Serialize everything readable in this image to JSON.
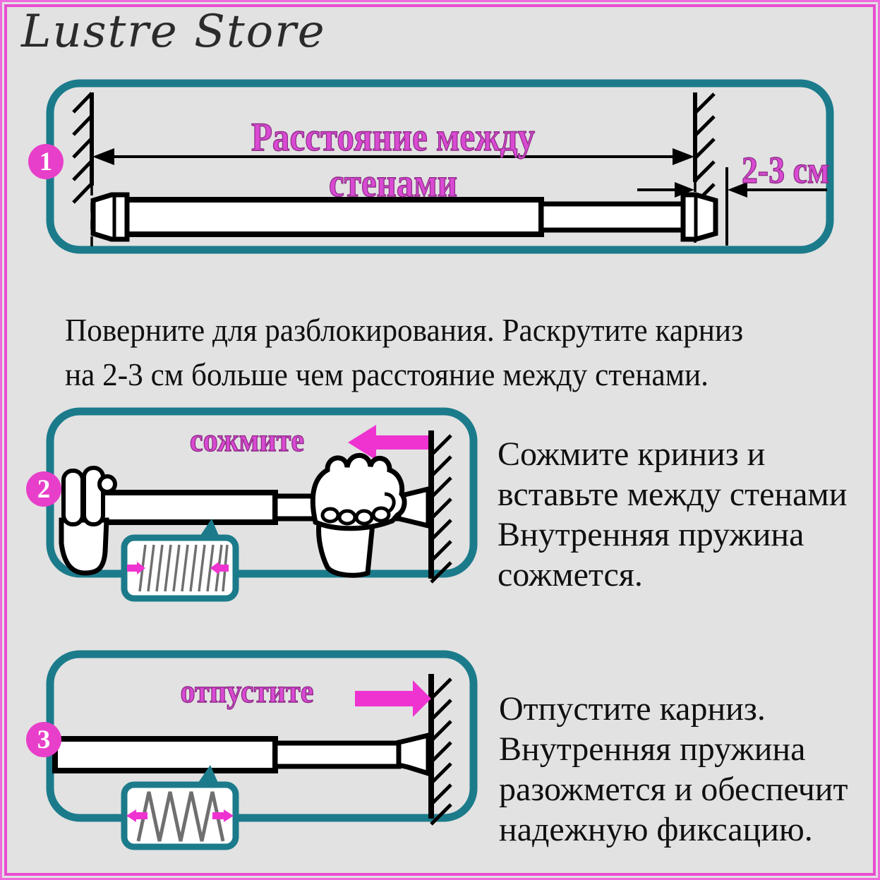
{
  "page": {
    "logo_text": "Lustre Store",
    "background": "#e2e2e2"
  },
  "colors": {
    "teal": "#1b7b8b",
    "magenta": "#ee33d0",
    "badge": "#e73fc9",
    "label": "#d94ad2",
    "label_outline": "#8e2b88",
    "frame_outer": "#f06ade",
    "frame_inner": "#eb4bd3",
    "background": "#e2e2e2",
    "text": "#101010",
    "spring": "#6f6f6f"
  },
  "icons": {
    "wall": "hatched-wall-icon",
    "distance_dimension": "double-headed-arrow-icon",
    "compress_arrow": "arrow-left-icon",
    "release_arrow": "arrow-right-icon",
    "spring_compressed": "compressed-spring-icon",
    "spring_expanded": "expanded-spring-icon",
    "hands": "gripping-hands-icon"
  },
  "steps": [
    {
      "number": "1",
      "labels": {
        "distance": "Расстояние между стенами",
        "gap": "2-3 см"
      },
      "caption_lines": [
        "Поверните для разблокирования. Раскрутите карниз",
        "на 2-3 см больше чем расстояние между стенами."
      ]
    },
    {
      "number": "2",
      "labels": {
        "action": "сожмите"
      },
      "caption_lines": [
        "Сожмите криниз и",
        "вставьте между стенами",
        "Внутренняя пружина",
        "сожмется."
      ]
    },
    {
      "number": "3",
      "labels": {
        "action": "отпустите"
      },
      "caption_lines": [
        "Отпустите карниз.",
        "Внутренняя пружина",
        "разожмется и обеспечит",
        "надежную фиксацию."
      ]
    }
  ]
}
